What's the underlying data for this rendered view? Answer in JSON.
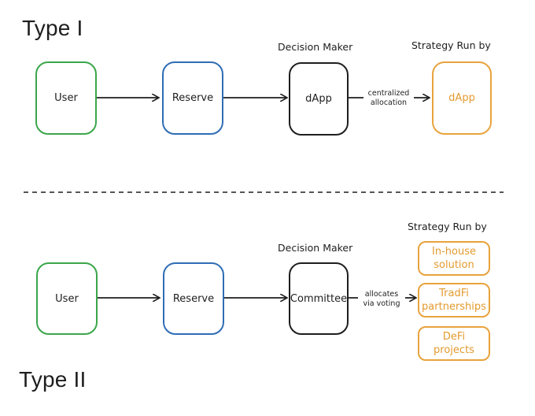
{
  "type1": {
    "title": "Type I",
    "decision_maker_label": "Decision Maker",
    "strategy_label": "Strategy Run by",
    "nodes": {
      "user": "User",
      "reserve": "Reserve",
      "decider": "dApp",
      "strategy": "dApp"
    },
    "edge_label": "centralized\nallocation"
  },
  "type2": {
    "title": "Type II",
    "decision_maker_label": "Decision Maker",
    "strategy_label": "Strategy Run by",
    "nodes": {
      "user": "User",
      "reserve": "Reserve",
      "decider": "Committee"
    },
    "edge_label": "allocates\nvia voting",
    "strategies": [
      "In-house\nsolution",
      "TradFi\npartnerships",
      "DeFi\nprojects"
    ]
  },
  "colors": {
    "user_border": "#3aa64a",
    "reserve_border": "#2f6db5",
    "decider_border": "#1e1e1e",
    "strategy_border": "#e8a33d",
    "strategy_text": "#e39a2e"
  }
}
